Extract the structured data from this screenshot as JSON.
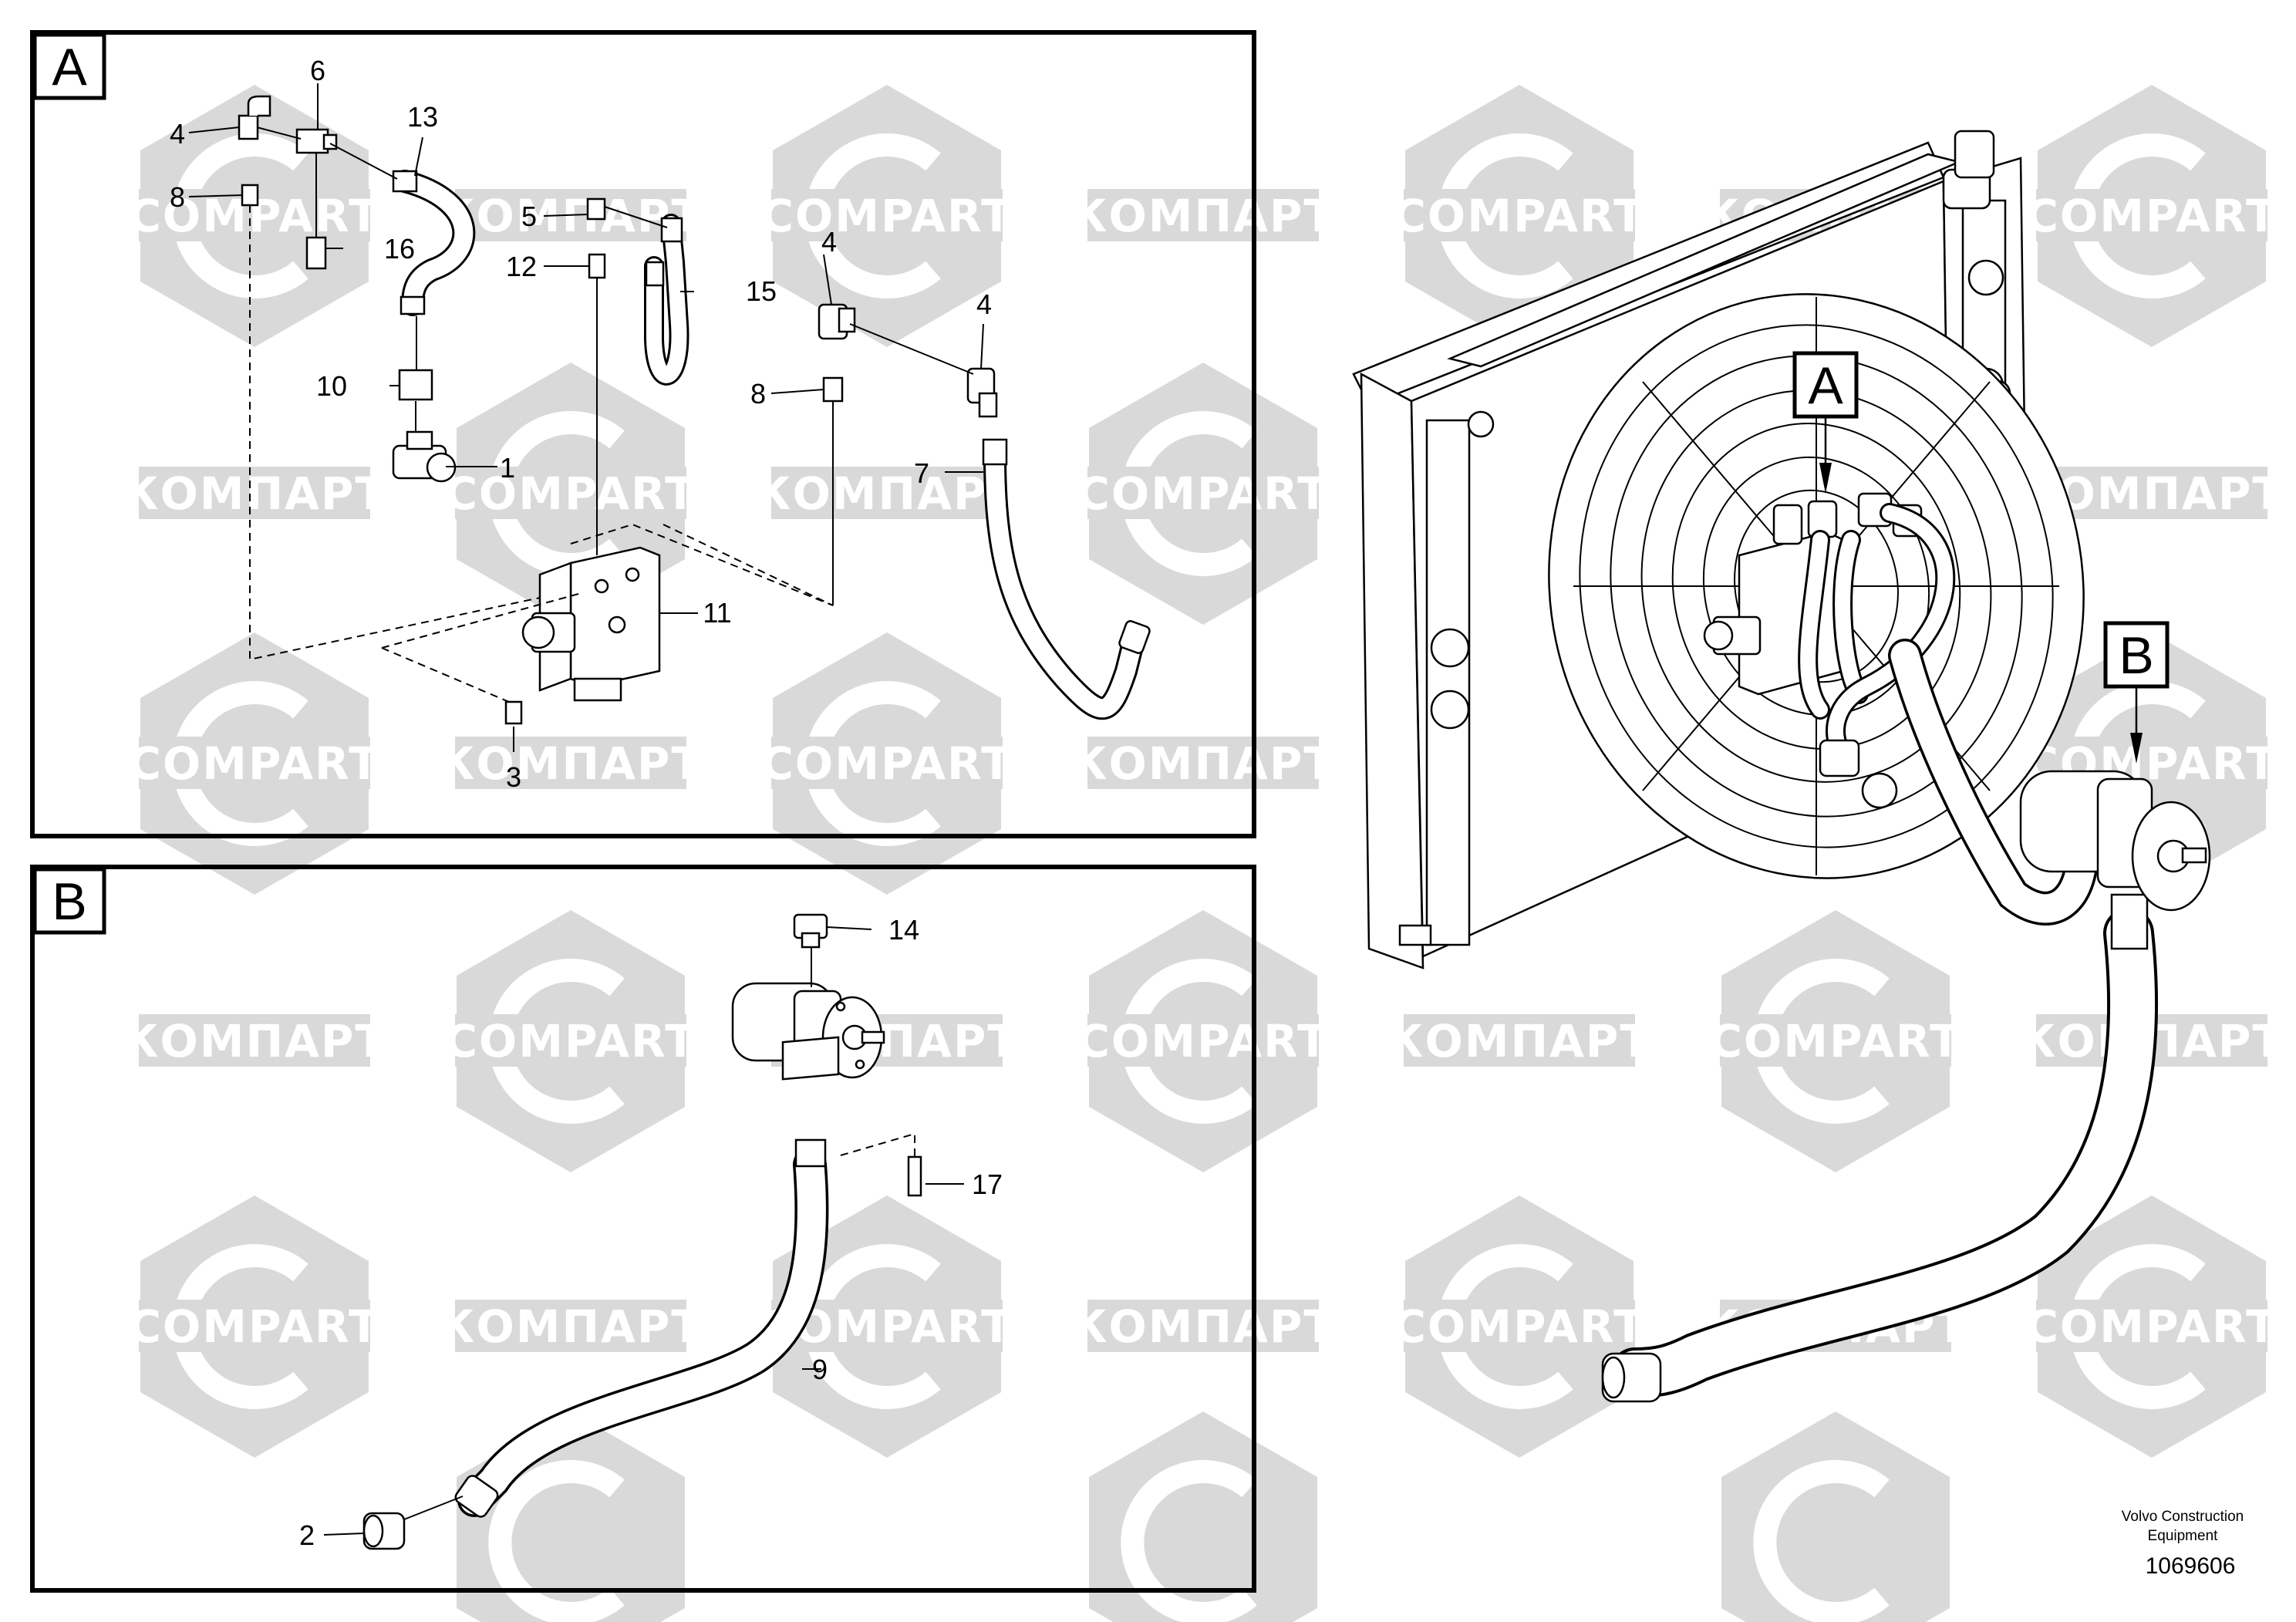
{
  "watermark": {
    "word_cyrillic": "КОМПАРТ",
    "word_latin": "COMPART"
  },
  "views": {
    "A": {
      "letter": "A"
    },
    "B": {
      "letter": "B"
    }
  },
  "callouts_a": {
    "c1": "1",
    "c3": "3",
    "c4a": "4",
    "c4b": "4",
    "c4c": "4",
    "c5": "5",
    "c6": "6",
    "c7": "7",
    "c8a": "8",
    "c8b": "8",
    "c10": "10",
    "c11": "11",
    "c12": "12",
    "c13": "13",
    "c15": "15",
    "c16": "16"
  },
  "callouts_b": {
    "c2": "2",
    "c9": "9",
    "c14": "14",
    "c17": "17"
  },
  "overview": {
    "tag_a": "A",
    "tag_b": "B"
  },
  "footer": {
    "company_line1": "Volvo Construction",
    "company_line2": "Equipment",
    "drawing_number": "1069606"
  }
}
